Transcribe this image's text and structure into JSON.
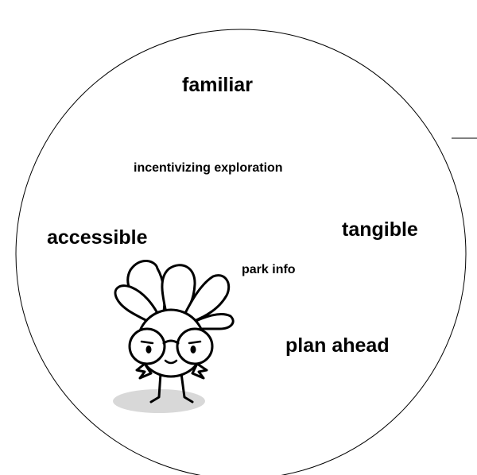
{
  "diagram": {
    "words": {
      "familiar": "familiar",
      "incentivizing_exploration": "incentivizing exploration",
      "tangible": "tangible",
      "accessible": "accessible",
      "park_info": "park info",
      "plan_ahead": "plan ahead"
    },
    "mascot": "flower-character-with-glasses",
    "colors": {
      "stroke": "#000000",
      "background": "#ffffff",
      "shadow": "#d8d8d8"
    }
  }
}
